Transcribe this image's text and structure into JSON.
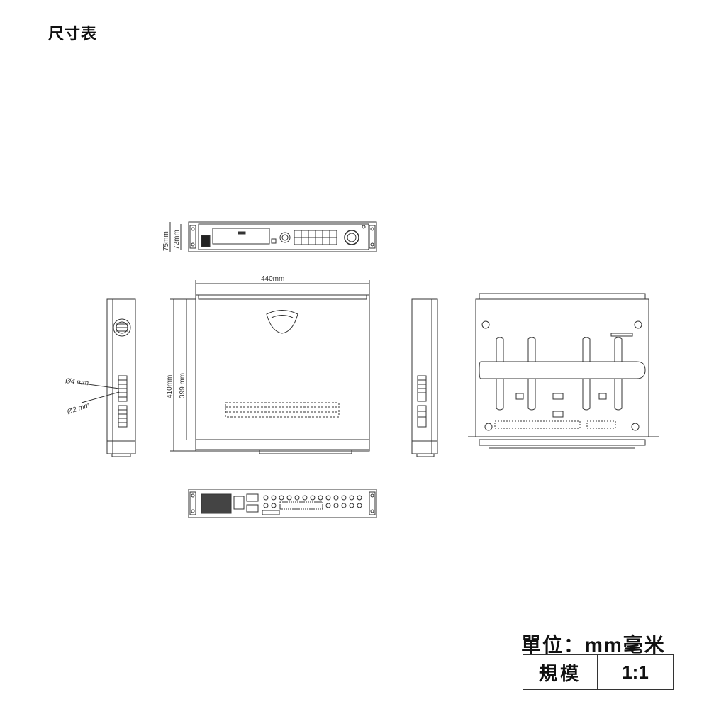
{
  "title": "尺寸表",
  "dimensions": {
    "width": "440mm",
    "depth_outer": "410mm",
    "depth_inner": "399 mm",
    "height_outer": "75mm",
    "height_inner": "72mm",
    "hole_large": "Ø4 mm",
    "hole_small": "Ø2 mm"
  },
  "unit": {
    "label": "單位：mm毫米"
  },
  "scale": {
    "label": "規模",
    "value": "1:1"
  },
  "colors": {
    "line": "#333333",
    "background": "#ffffff"
  }
}
